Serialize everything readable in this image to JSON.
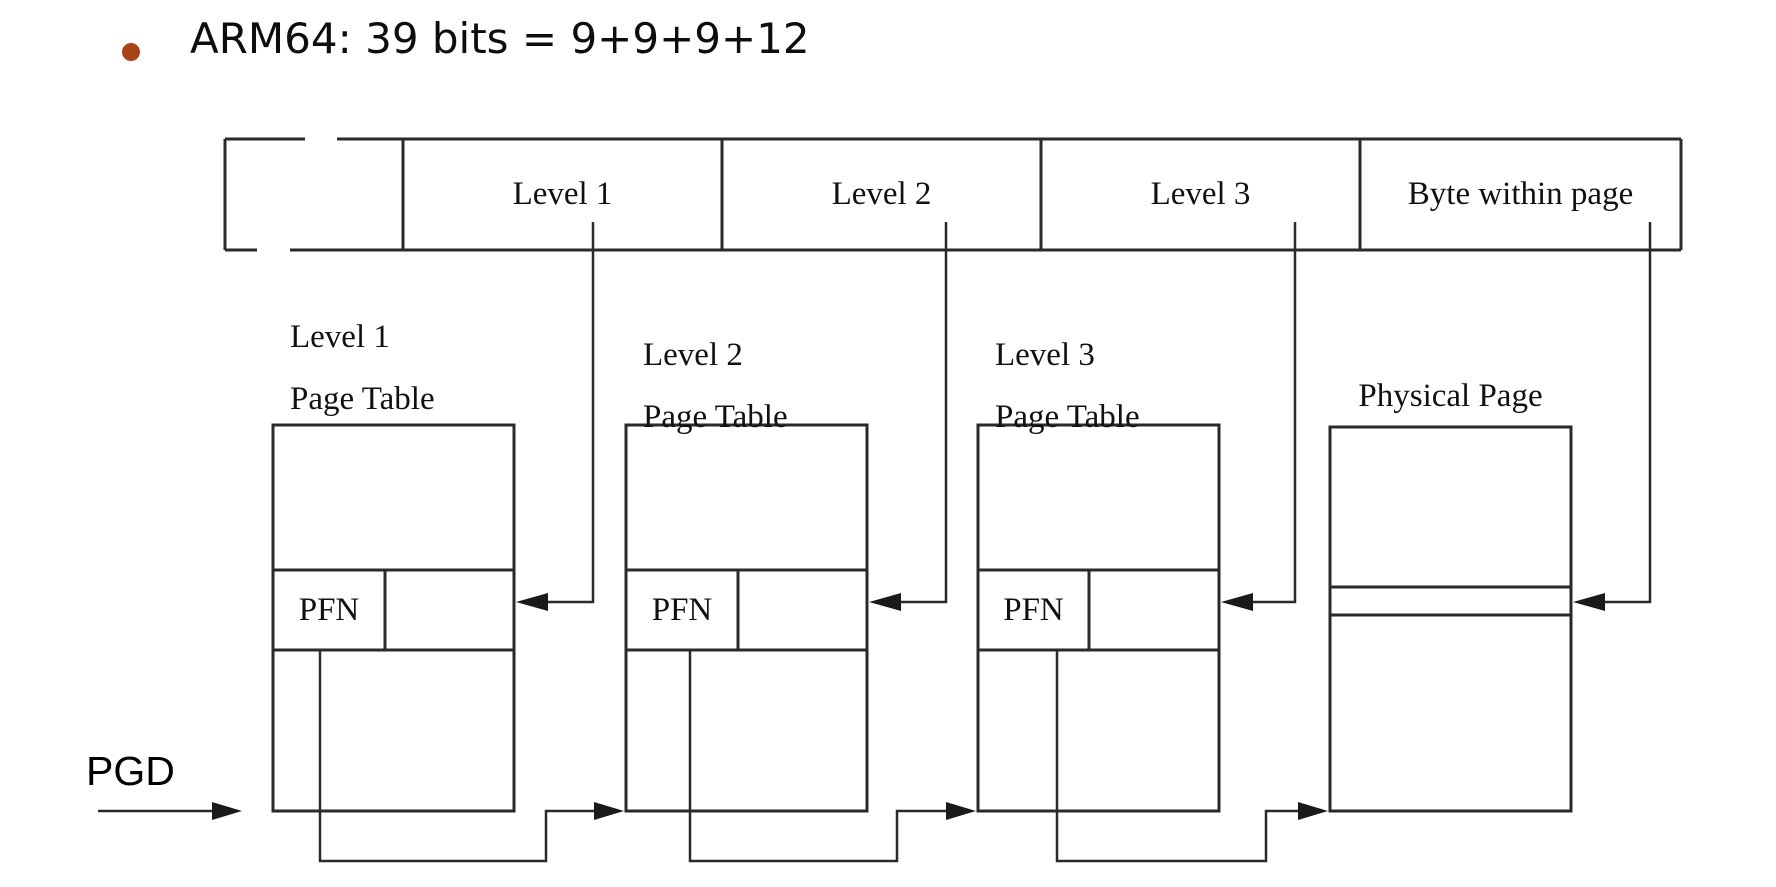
{
  "bullet": {
    "text": "ARM64: 39 bits = 9+9+9+12"
  },
  "address_box": {
    "fields": [
      "",
      "Level 1",
      "Level 2",
      "Level 3",
      "Byte within page"
    ]
  },
  "page_tables": [
    {
      "title_line1": "Level 1",
      "title_line2": "Page Table",
      "entry_label": "PFN"
    },
    {
      "title_line1": "Level 2",
      "title_line2": "Page Table",
      "entry_label": "PFN"
    },
    {
      "title_line1": "Level 3",
      "title_line2": "Page Table",
      "entry_label": "PFN"
    }
  ],
  "physical_page": {
    "title": "Physical Page"
  },
  "pgd_label": "PGD",
  "colors": {
    "line": "#2a2a2a",
    "text": "#111111",
    "bullet": "#a84315"
  }
}
